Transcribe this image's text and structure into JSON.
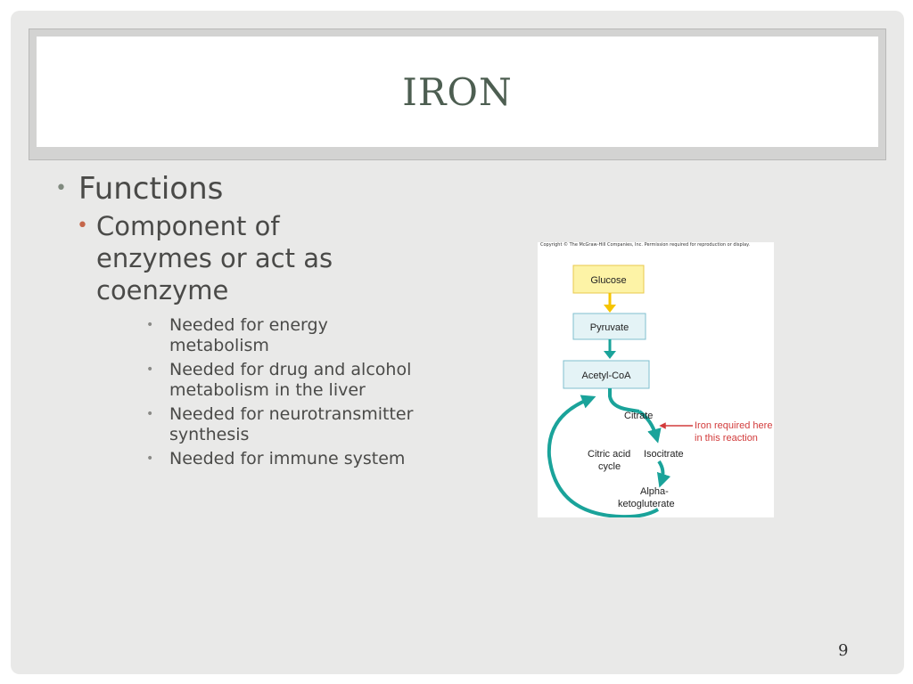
{
  "slide": {
    "title": "IRON",
    "page_number": "9",
    "bullets": {
      "level1": "Functions",
      "level2": "Component of enzymes or act as coenzyme",
      "level3": [
        "Needed for energy metabolism",
        "Needed for drug and alcohol metabolism in the liver",
        "Needed for neurotransmitter synthesis",
        "Needed for immune system"
      ]
    },
    "colors": {
      "title": "#4d5e51",
      "bullet_level2": "#c5664a",
      "cycle_teal": "#1aa39a",
      "glucose_arrow": "#f5c400",
      "note_red": "#d23b3b"
    }
  },
  "figure": {
    "copyright": "Copyright © The McGraw-Hill Companies, Inc. Permission required for reproduction or display.",
    "boxes": [
      "Glucose",
      "Pyruvate",
      "Acetyl-CoA"
    ],
    "cycle_center": [
      "Citric acid",
      "cycle"
    ],
    "metabolites": [
      "Citrate",
      "Isocitrate",
      "Alpha-",
      "ketogluterate"
    ],
    "note": [
      "Iron required here",
      "in this reaction"
    ]
  }
}
